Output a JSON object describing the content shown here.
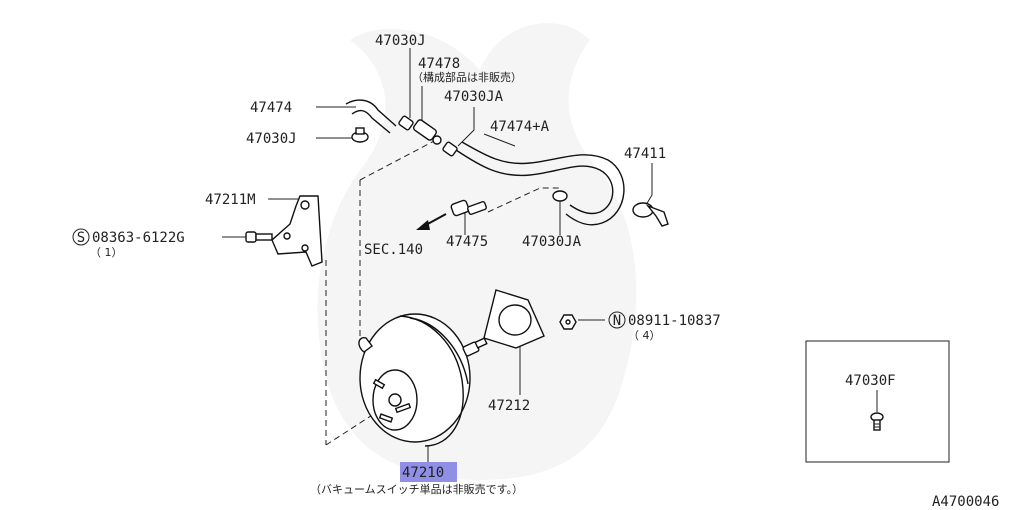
{
  "labels": {
    "p47030J_top": "47030J",
    "p47478": "47478",
    "p47478_note": "（構成部品は非販売）",
    "p47030JA_top": "47030JA",
    "p47474": "47474",
    "p47474A": "47474+A",
    "p47030J_left": "47030J",
    "p47411": "47411",
    "p47211M": "47211M",
    "bolt_s_num": "08363-6122G",
    "bolt_s_qty": "（ 1）",
    "sec": "SEC.140",
    "p47475": "47475",
    "p47030JA_bot": "47030JA",
    "nut_n_num": "08911-10837",
    "nut_n_qty": "（ 4）",
    "p47212": "47212",
    "p47210": "47210",
    "bottom_note": "（バキュームスイッチ単品は非販売です。）",
    "inset_label": "47030F",
    "diagram_code": "A4700046"
  },
  "symbols": {
    "s_circle": "S",
    "n_circle": "N"
  },
  "colors": {
    "highlight": "#8f8fe6",
    "ink": "#222222",
    "watermark": "#ececec"
  }
}
